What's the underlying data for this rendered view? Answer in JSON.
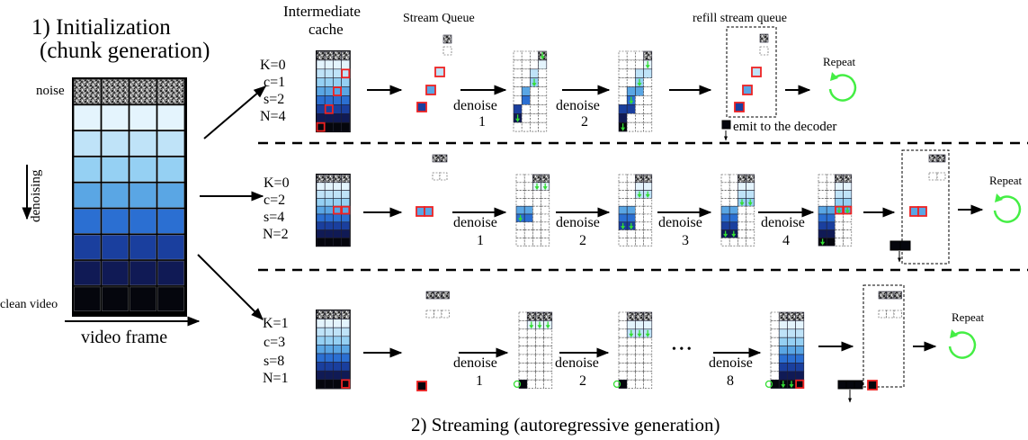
{
  "init": {
    "heading_line1": "1)  Initialization",
    "heading_line2": "(chunk generation)",
    "noise_label": "noise",
    "denoising_label": "denoising",
    "clean_label": "clean video",
    "frame_label": "video frame"
  },
  "headers": {
    "cache_line1": "Intermediate",
    "cache_line2": "cache",
    "stream_queue": "Stream Queue",
    "refill": "refill stream queue"
  },
  "rows": [
    {
      "params": [
        "K=0",
        "c=1",
        "s=2",
        "N=4"
      ],
      "steps": [
        {
          "word": "denoise",
          "num": "1"
        },
        {
          "word": "denoise",
          "num": "2"
        }
      ],
      "emit_label": "emit to the decoder",
      "repeat": "Repeat"
    },
    {
      "params": [
        "K=0",
        "c=2",
        "s=4",
        "N=2"
      ],
      "steps": [
        {
          "word": "denoise",
          "num": "1"
        },
        {
          "word": "denoise",
          "num": "2"
        },
        {
          "word": "denoise",
          "num": "3"
        },
        {
          "word": "denoise",
          "num": "4"
        }
      ],
      "repeat": "Repeat"
    },
    {
      "params": [
        "K=1",
        "c=3",
        "s=8",
        "N=1"
      ],
      "steps": [
        {
          "word": "denoise",
          "num": "1"
        },
        {
          "word": "denoise",
          "num": "2"
        },
        {
          "word": "denoise",
          "num": "8"
        }
      ],
      "ellipsis": "• • •",
      "repeat": "Repeat"
    }
  ],
  "footer": "2) Streaming (autoregressive generation)",
  "colors": {
    "levels": [
      "#7c7c7c",
      "#e4f4fd",
      "#bfe3f8",
      "#95d0f3",
      "#5aa6e4",
      "#2b6fd2",
      "#1a3f9e",
      "#101a55",
      "#05060d"
    ],
    "highlight": "#ee2222",
    "arrow_green": "#33dd33",
    "repeat_green": "#44ee44"
  }
}
